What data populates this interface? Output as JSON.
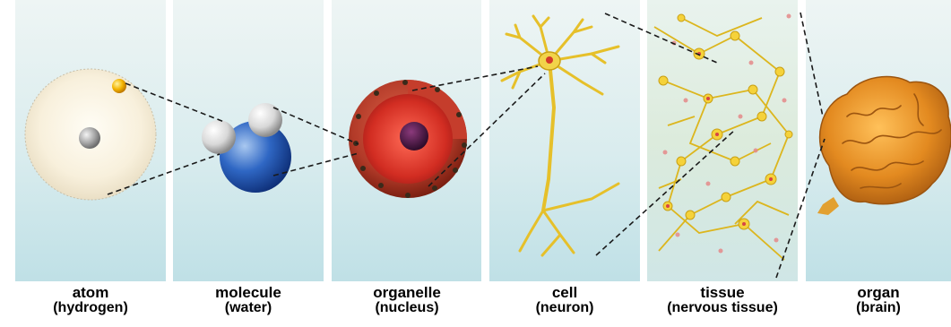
{
  "levels": [
    {
      "name": "atom",
      "sub": "(hydrogen)"
    },
    {
      "name": "molecule",
      "sub": "(water)"
    },
    {
      "name": "organelle",
      "sub": "(nucleus)"
    },
    {
      "name": "cell",
      "sub": "(neuron)"
    },
    {
      "name": "tissue",
      "sub": "(nervous tissue)"
    },
    {
      "name": "organ",
      "sub": "(brain)"
    }
  ]
}
